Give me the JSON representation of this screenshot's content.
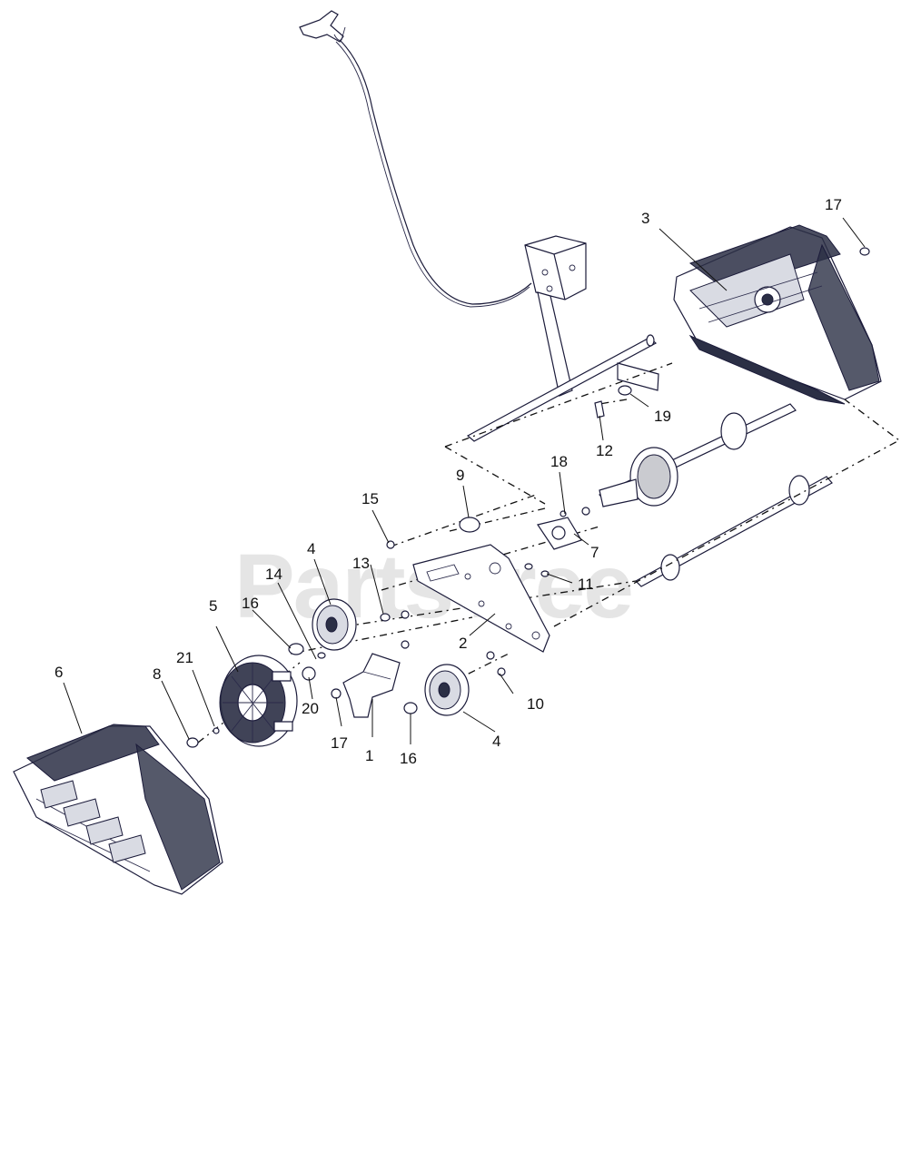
{
  "watermark": "PartsTree",
  "labels": {
    "p1": "1",
    "p2": "2",
    "p3": "3",
    "p4a": "4",
    "p4b": "4",
    "p5": "5",
    "p6": "6",
    "p7": "7",
    "p8": "8",
    "p9": "9",
    "p10": "10",
    "p11": "11",
    "p12": "12",
    "p13": "13",
    "p14": "14",
    "p15": "15",
    "p16a": "16",
    "p16b": "16",
    "p17a": "17",
    "p17b": "17",
    "p18": "18",
    "p19": "19",
    "p20": "20",
    "p21": "21"
  }
}
